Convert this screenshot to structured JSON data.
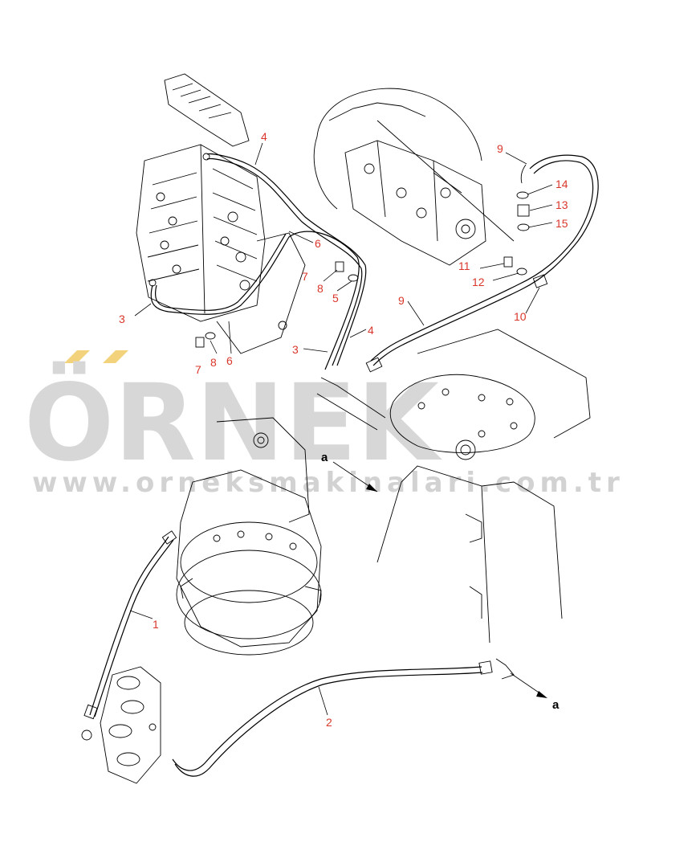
{
  "watermark": {
    "brand": "ÖRNEK",
    "url": "www.orneksmakinalari.com.tr",
    "color": "#d7d7d7",
    "accent": "#f2d27a"
  },
  "callouts": [
    {
      "id": "c1",
      "text": "1"
    },
    {
      "id": "c2",
      "text": "2"
    },
    {
      "id": "c3a",
      "text": "3"
    },
    {
      "id": "c3b",
      "text": "3"
    },
    {
      "id": "c4a",
      "text": "4"
    },
    {
      "id": "c4b",
      "text": "4"
    },
    {
      "id": "c5",
      "text": "5"
    },
    {
      "id": "c6a",
      "text": "6"
    },
    {
      "id": "c6b",
      "text": "6"
    },
    {
      "id": "c7a",
      "text": "7"
    },
    {
      "id": "c7b",
      "text": "7"
    },
    {
      "id": "c8a",
      "text": "8"
    },
    {
      "id": "c8b",
      "text": "8"
    },
    {
      "id": "c9a",
      "text": "9"
    },
    {
      "id": "c9b",
      "text": "9"
    },
    {
      "id": "c10",
      "text": "10"
    },
    {
      "id": "c11",
      "text": "11"
    },
    {
      "id": "c12",
      "text": "12"
    },
    {
      "id": "c13",
      "text": "13"
    },
    {
      "id": "c14",
      "text": "14"
    },
    {
      "id": "c15",
      "text": "15"
    }
  ],
  "arrows": {
    "a_top": "a",
    "a_bottom": "a"
  },
  "colors": {
    "callout": "#d9372b",
    "line": "#000000"
  }
}
